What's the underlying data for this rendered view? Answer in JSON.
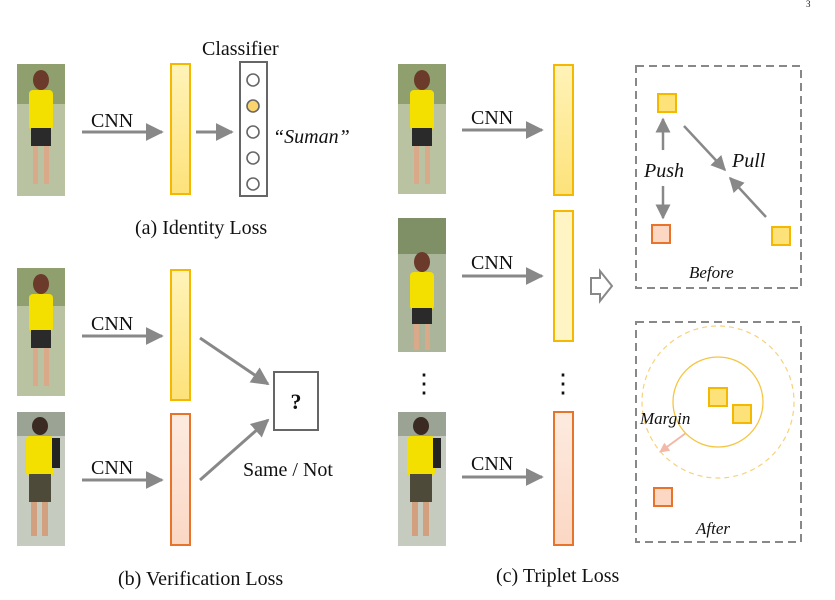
{
  "panel_a": {
    "classifier_title": "Classifier",
    "cnn": "CNN",
    "identity_label": "“Suman”",
    "caption": "(a) Identity Loss"
  },
  "panel_b": {
    "cnn_top": "CNN",
    "cnn_bottom": "CNN",
    "question": "?",
    "decision": "Same / Not",
    "caption": "(b) Verification Loss"
  },
  "panel_c": {
    "cnn_1": "CNN",
    "cnn_2": "CNN",
    "cnn_3": "CNN",
    "ellipsis_left": "⋮",
    "ellipsis_right": "⋮",
    "before_box": {
      "push": "Push",
      "pull": "Pull",
      "title": "Before"
    },
    "after_box": {
      "margin": "Margin",
      "title": "After"
    },
    "caption": "(c) Triplet Loss"
  },
  "colors": {
    "yellow_fill": "#fde27a",
    "yellow_stroke": "#f4b800",
    "orange_fill": "#fde0d0",
    "orange_stroke": "#e8732a",
    "arrow": "#888888",
    "shirt": "#f3e000"
  },
  "page_marker": "3"
}
